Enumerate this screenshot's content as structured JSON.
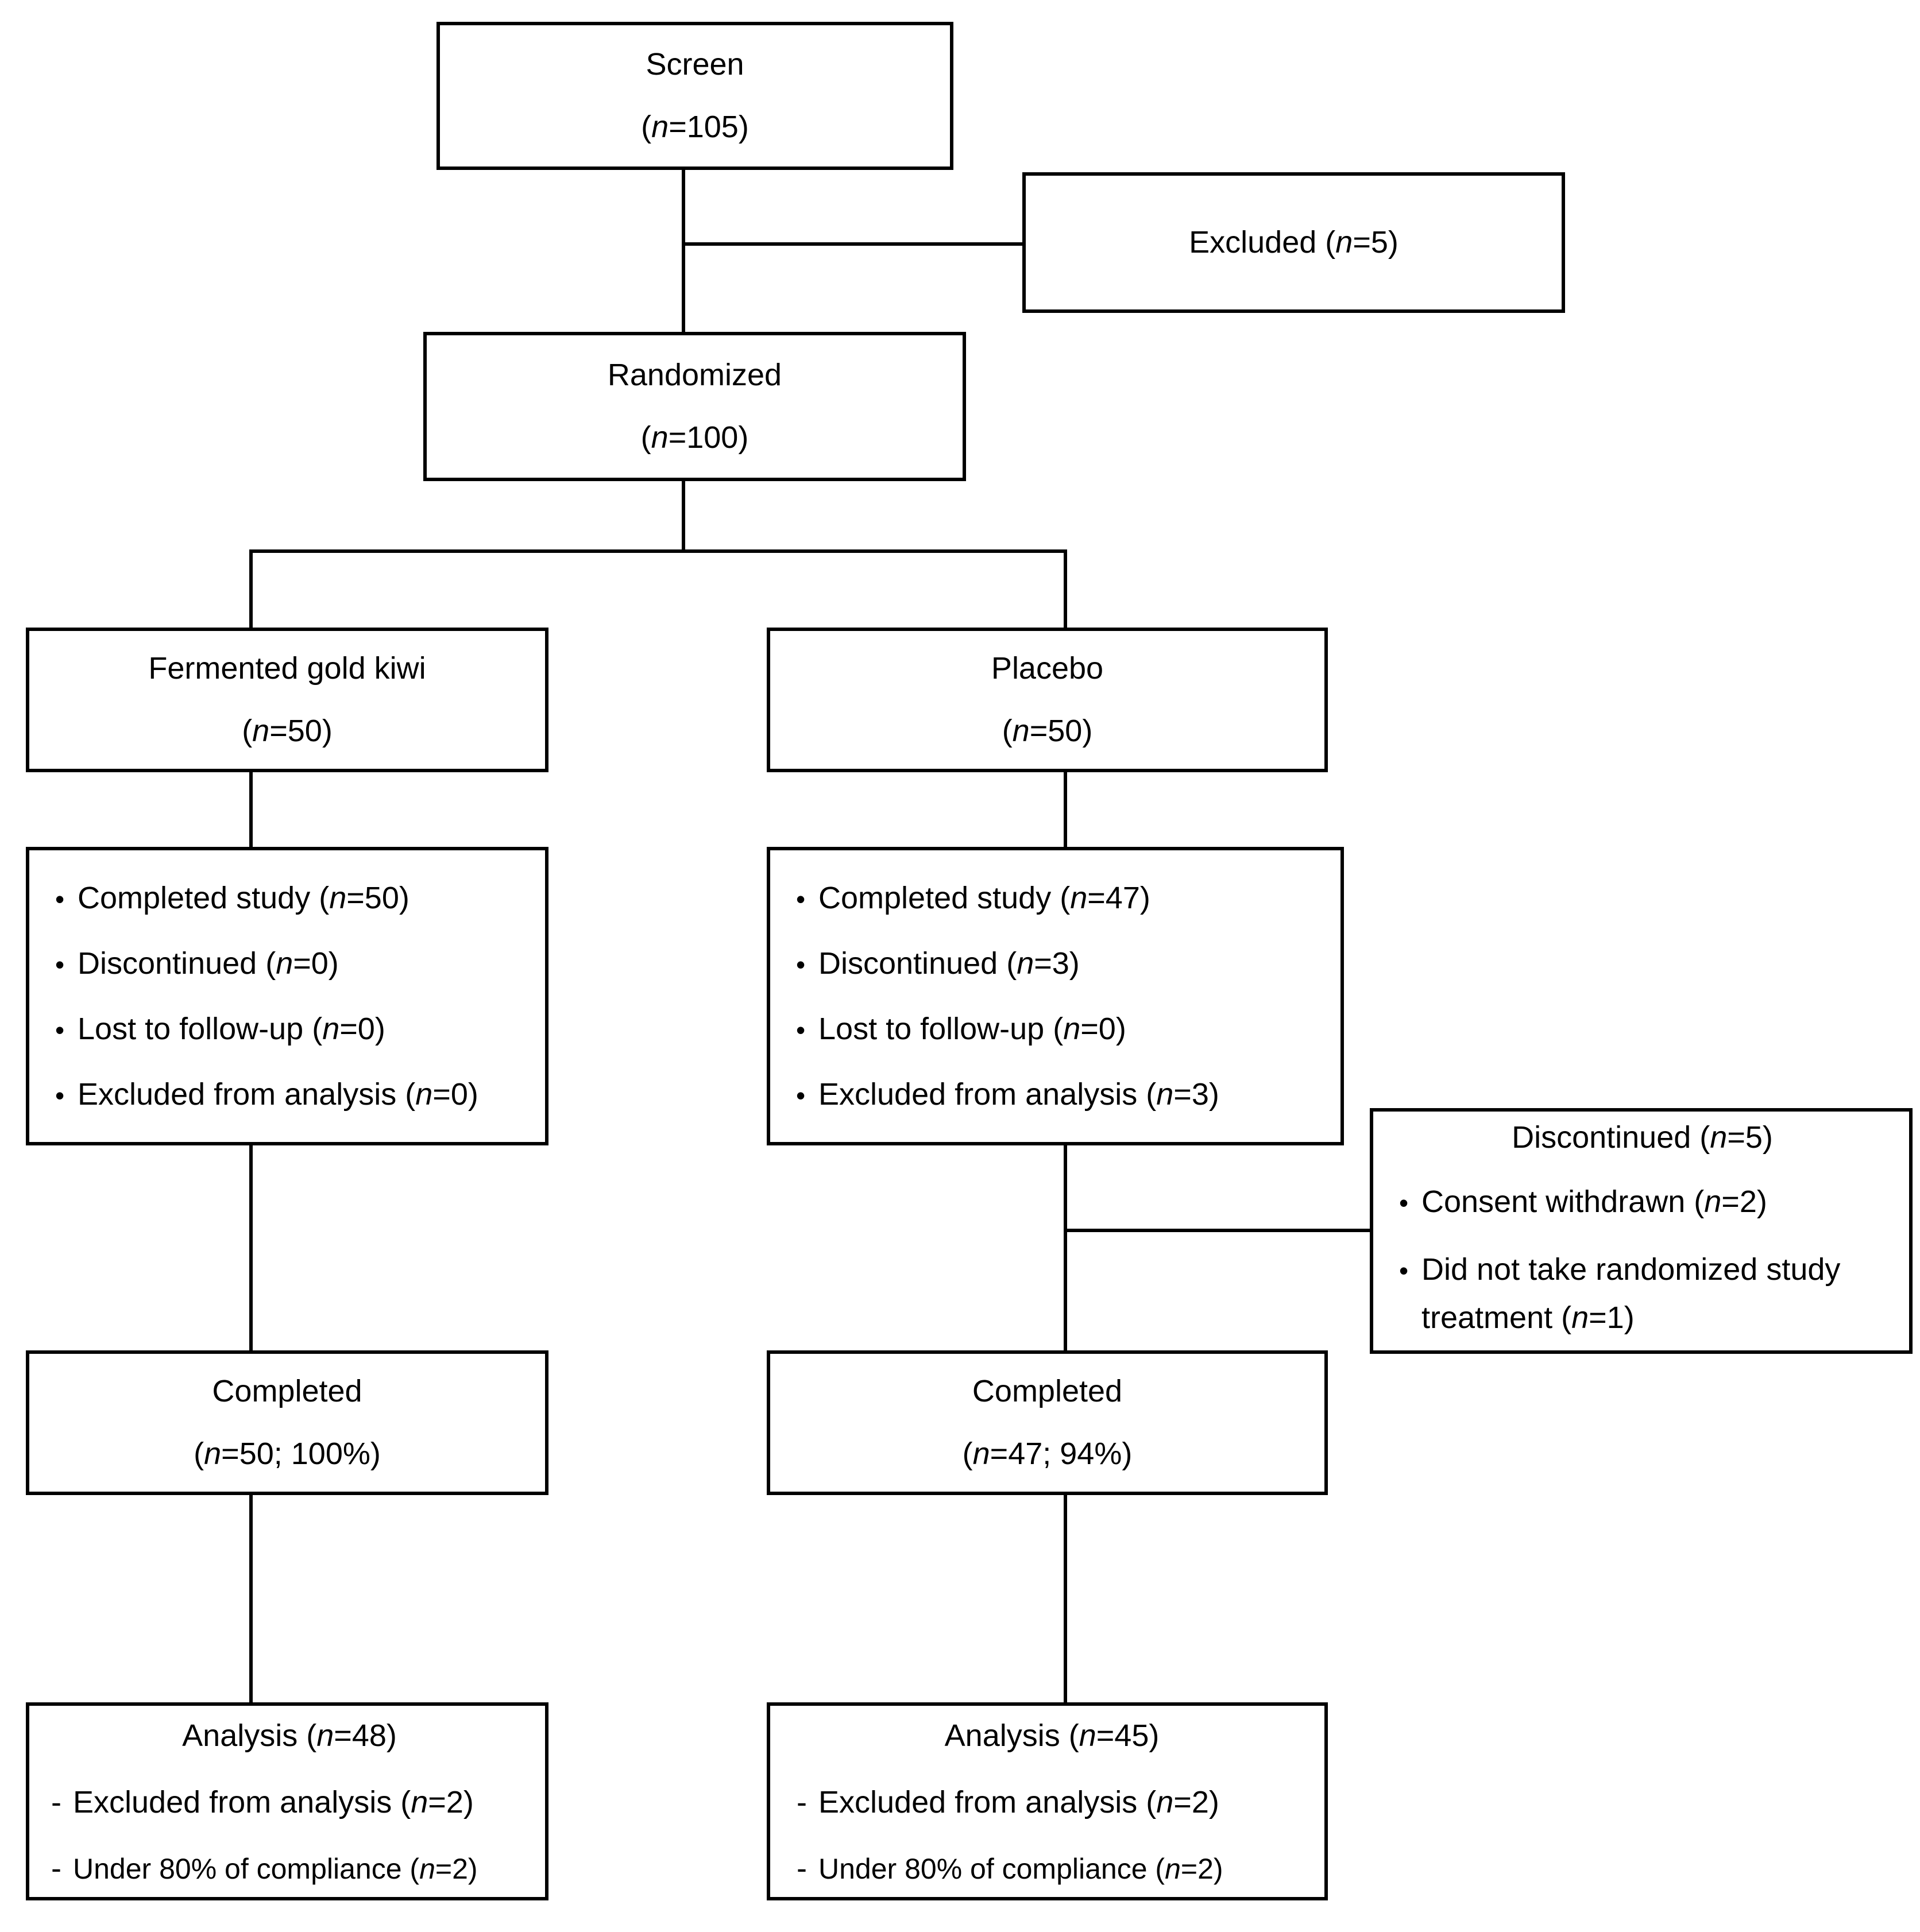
{
  "diagram": {
    "type": "CONSORT participant flow diagram",
    "nodes": {
      "screen": {
        "title": "Screen",
        "count": "(n=105)"
      },
      "excluded": {
        "label": "Excluded (n=5)"
      },
      "randomized": {
        "title": "Randomized",
        "count": "(n=100)"
      },
      "arm_treatment": {
        "title": "Fermented gold kiwi",
        "count": "(n=50)"
      },
      "arm_placebo": {
        "title": "Placebo",
        "count": "(n=50)"
      },
      "treatment_disposition": {
        "items": [
          "Completed study (n=50)",
          "Discontinued (n=0)",
          "Lost to follow-up (n=0)",
          "Excluded from analysis (n=0)"
        ]
      },
      "placebo_disposition": {
        "items": [
          "Completed study (n=47)",
          "Discontinued (n=3)",
          "Lost to follow-up (n=0)",
          "Excluded from analysis (n=3)"
        ]
      },
      "discontinued_detail": {
        "title": "Discontinued (n=5)",
        "items": [
          "Consent withdrawn (n=2)",
          "Did not take randomized study treatment (n=1)"
        ]
      },
      "treatment_completed": {
        "title": "Completed",
        "count": "(n=50; 100%)"
      },
      "placebo_completed": {
        "title": "Completed",
        "count": "(n=47; 94%)"
      },
      "treatment_analysis": {
        "title": "Analysis (n=48)",
        "items": [
          "Excluded from analysis (n=2)",
          "Under 80% of compliance (n=2)"
        ]
      },
      "placebo_analysis": {
        "title": "Analysis (n=45)",
        "items": [
          "Excluded from analysis (n=2)",
          "Under 80% of compliance (n=2)"
        ]
      }
    },
    "glyphs": {
      "bullet": "•",
      "dash": "-"
    },
    "colors": {
      "stroke": "#000000",
      "background": "#ffffff",
      "text": "#000000"
    }
  }
}
